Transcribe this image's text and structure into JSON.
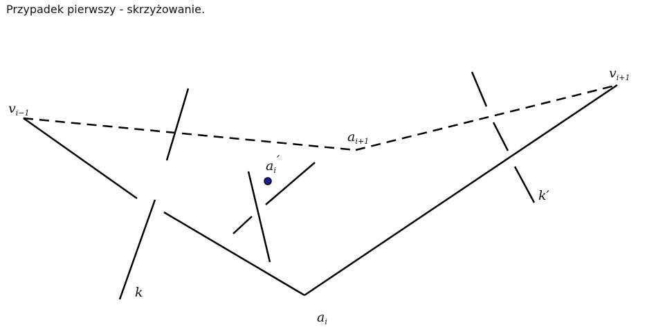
{
  "title": "Przypadek pierwszy - skrzyżowanie.",
  "labels": {
    "v_prev": {
      "base": "v",
      "sub": "i−1"
    },
    "v_next": {
      "base": "v",
      "sub": "i+1"
    },
    "a_next": {
      "base": "a",
      "sub": "i+1"
    },
    "a_prime": {
      "base": "a",
      "sub": "i",
      "sup": "′"
    },
    "a_i": {
      "base": "a",
      "sub": "i"
    },
    "k": "k",
    "k_prime": "k′"
  },
  "colors": {
    "stroke": "#000000",
    "point_fill": "#1a1aa6",
    "point_stroke": "#000000"
  }
}
